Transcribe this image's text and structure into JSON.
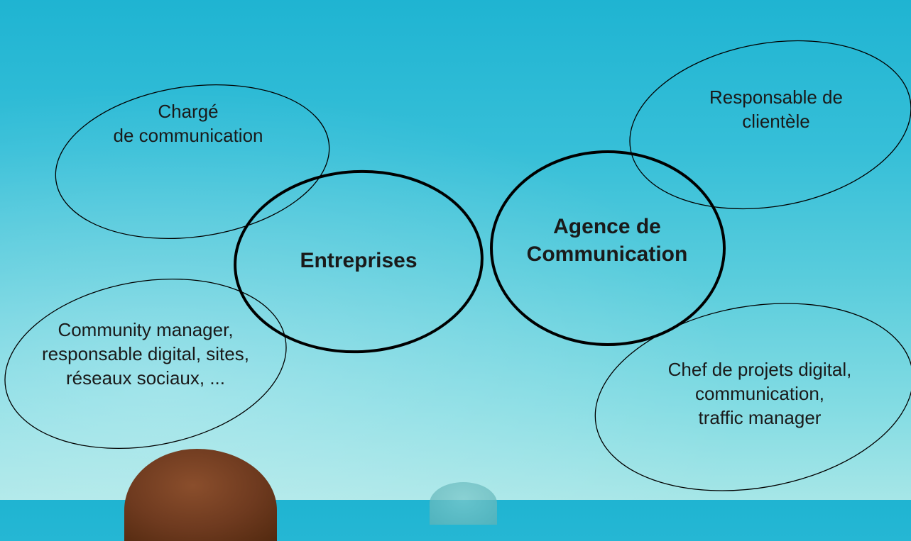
{
  "hubs": {
    "entreprises": "Entreprises",
    "agence": "Agence de\nCommunication"
  },
  "roles": {
    "charge_communication": "Chargé\nde communication",
    "community_manager": "Community manager,\nresponsable digital, sites,\nréseaux sociaux, ...",
    "responsable_clientele": "Responsable de\nclientèle",
    "chef_projets": "Chef de projets digital,\ncommunication,\ntraffic manager"
  },
  "colors": {
    "outline": "#000000",
    "text": "#1a1a1a"
  }
}
